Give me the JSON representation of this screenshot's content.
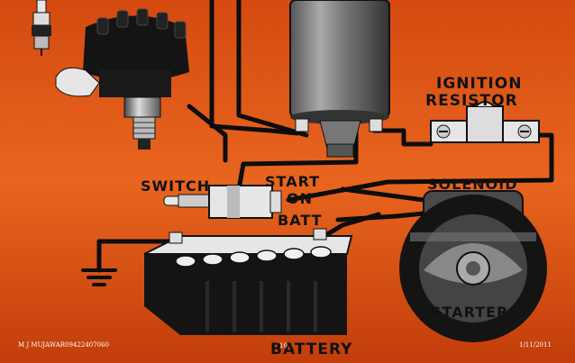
{
  "colors": {
    "background_top": "#d44a10",
    "background_mid": "#e8651f",
    "background_bottom": "#c23d0a",
    "wire": "#0d0d0d",
    "part_dark": "#141414",
    "part_light": "#e6e6e6",
    "footer_text": "#ffffff"
  },
  "labels": {
    "ignition_resistor_line1": "IGNITION",
    "ignition_resistor_line2": "RESISTOR",
    "switch": "SWITCH",
    "start": "START",
    "on": "ON",
    "batt": "BATT",
    "solenoid": "SOLENOID",
    "starter": "STARTER",
    "battery": "BATTERY"
  },
  "icons": [
    "spark-plug-icon",
    "distributor-icon",
    "ignition-coil-icon",
    "ignition-resistor-icon",
    "ignition-switch-key-icon",
    "solenoid-icon",
    "starter-motor-icon",
    "battery-icon",
    "ground-symbol-icon"
  ],
  "footer": {
    "author": "M J MUJAWAR09422407060",
    "page": "10",
    "date": "1/11/2011"
  }
}
